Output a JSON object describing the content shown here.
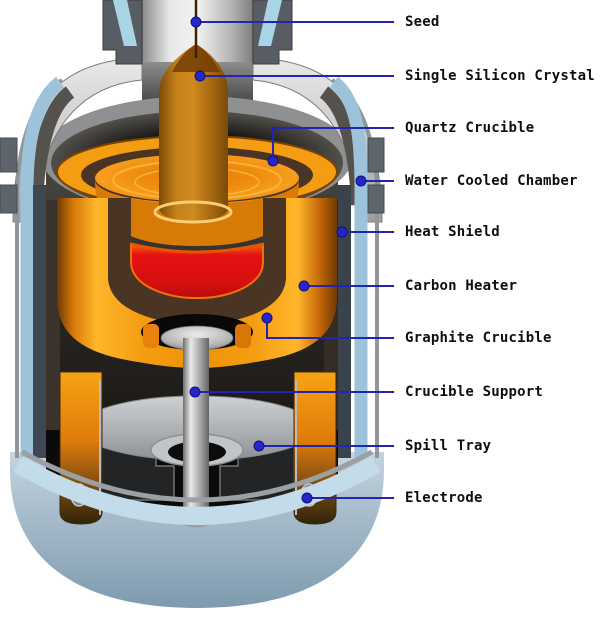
{
  "diagram": {
    "labels": [
      {
        "text": "Seed"
      },
      {
        "text": "Single Silicon Crystal"
      },
      {
        "text": "Quartz Crucible"
      },
      {
        "text": "Water Cooled Chamber"
      },
      {
        "text": "Heat Shield"
      },
      {
        "text": "Carbon Heater"
      },
      {
        "text": "Graphite Crucible"
      },
      {
        "text": "Crucible Support"
      },
      {
        "text": "Spill Tray"
      },
      {
        "text": "Electrode"
      }
    ],
    "colors": {
      "label_text": "#0e0e0e",
      "leader_line": "#2424b4",
      "leader_dot": "#2626c9",
      "heater_orange": "#f59d12",
      "melt_red": "#dd1111",
      "crystal_orange": "#c5811a",
      "water_jacket_blue": "#9dc3da",
      "chamber_gray": "#8f9092",
      "base_blue_gray": "#9cb3c3"
    }
  }
}
